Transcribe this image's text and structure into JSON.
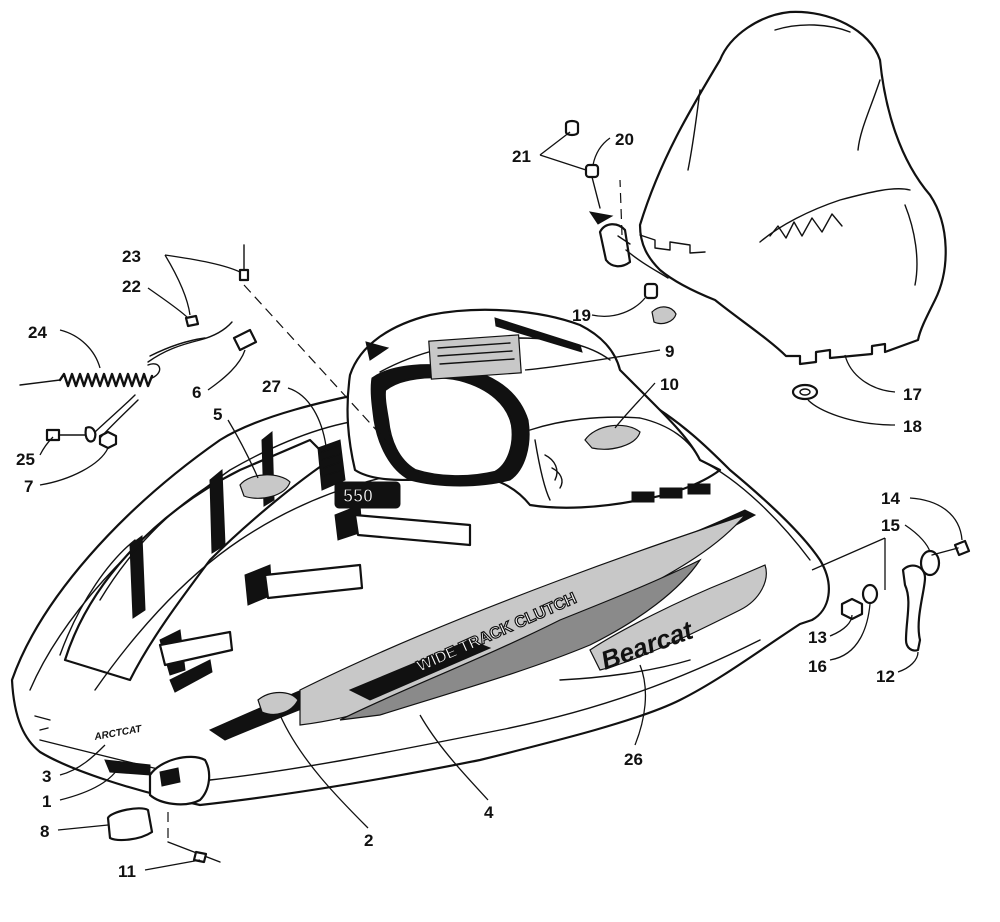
{
  "diagram": {
    "callouts": [
      "1",
      "2",
      "3",
      "4",
      "5",
      "6",
      "7",
      "8",
      "9",
      "10",
      "11",
      "12",
      "13",
      "14",
      "15",
      "16",
      "17",
      "18",
      "19",
      "20",
      "21",
      "22",
      "23",
      "24",
      "25",
      "26",
      "27"
    ],
    "decals": {
      "model_number": "550",
      "side_script": "Bearcat",
      "side_stripe_text": "WIDE TRACK CLUTCH",
      "nose_text": "ARCTCAT"
    }
  }
}
